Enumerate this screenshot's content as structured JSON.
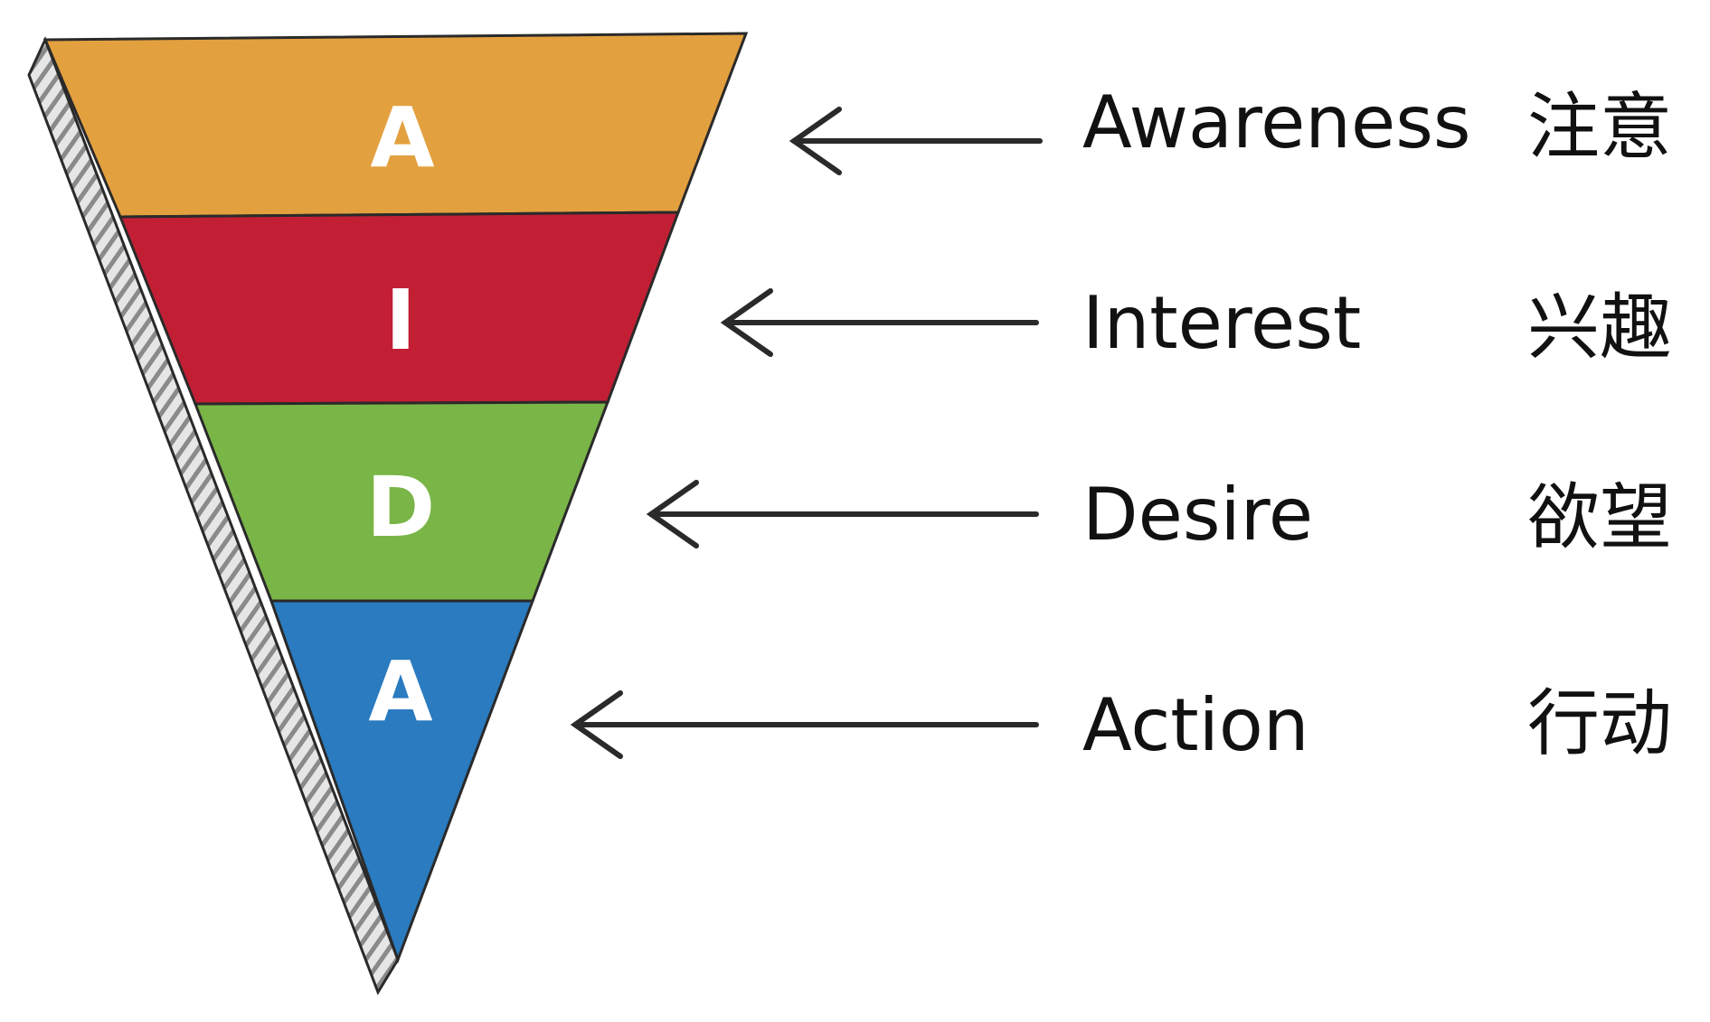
{
  "diagram": {
    "stages": [
      {
        "letter": "A",
        "english": "Awareness",
        "chinese": "注意",
        "color": "#E3A03F"
      },
      {
        "letter": "I",
        "english": "Interest",
        "chinese": "兴趣",
        "color": "#C21F35"
      },
      {
        "letter": "D",
        "english": "Desire",
        "chinese": "欲望",
        "color": "#7AB548"
      },
      {
        "letter": "A",
        "english": "Action",
        "chinese": "行动",
        "color": "#2A7BBF"
      }
    ],
    "colors": {
      "outline": "#2a2a2a",
      "text": "#111111",
      "letter": "#ffffff",
      "arrow": "#2a2a2a",
      "edge_light": "#e8e8e8",
      "edge_dark": "#7a7a7a"
    }
  }
}
